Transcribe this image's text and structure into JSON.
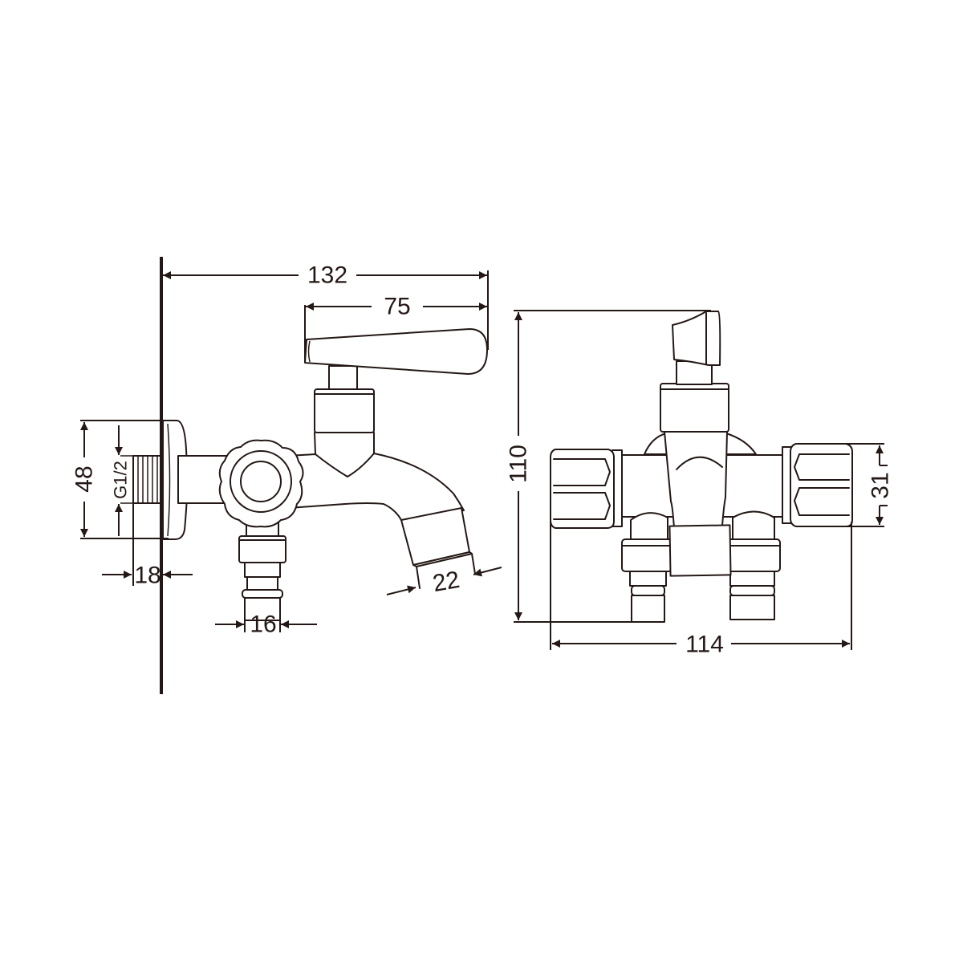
{
  "drawing": {
    "side_view": {
      "dimensions": {
        "overall_length": "132",
        "handle_length": "75",
        "flange_diameter": "48",
        "thread": "G1/2",
        "thread_length": "18",
        "outlet_diameter": "16",
        "spout_diameter": "22"
      }
    },
    "front_view": {
      "dimensions": {
        "height": "110",
        "width": "114",
        "nut_height": "31"
      }
    },
    "line_color": "#231815"
  }
}
